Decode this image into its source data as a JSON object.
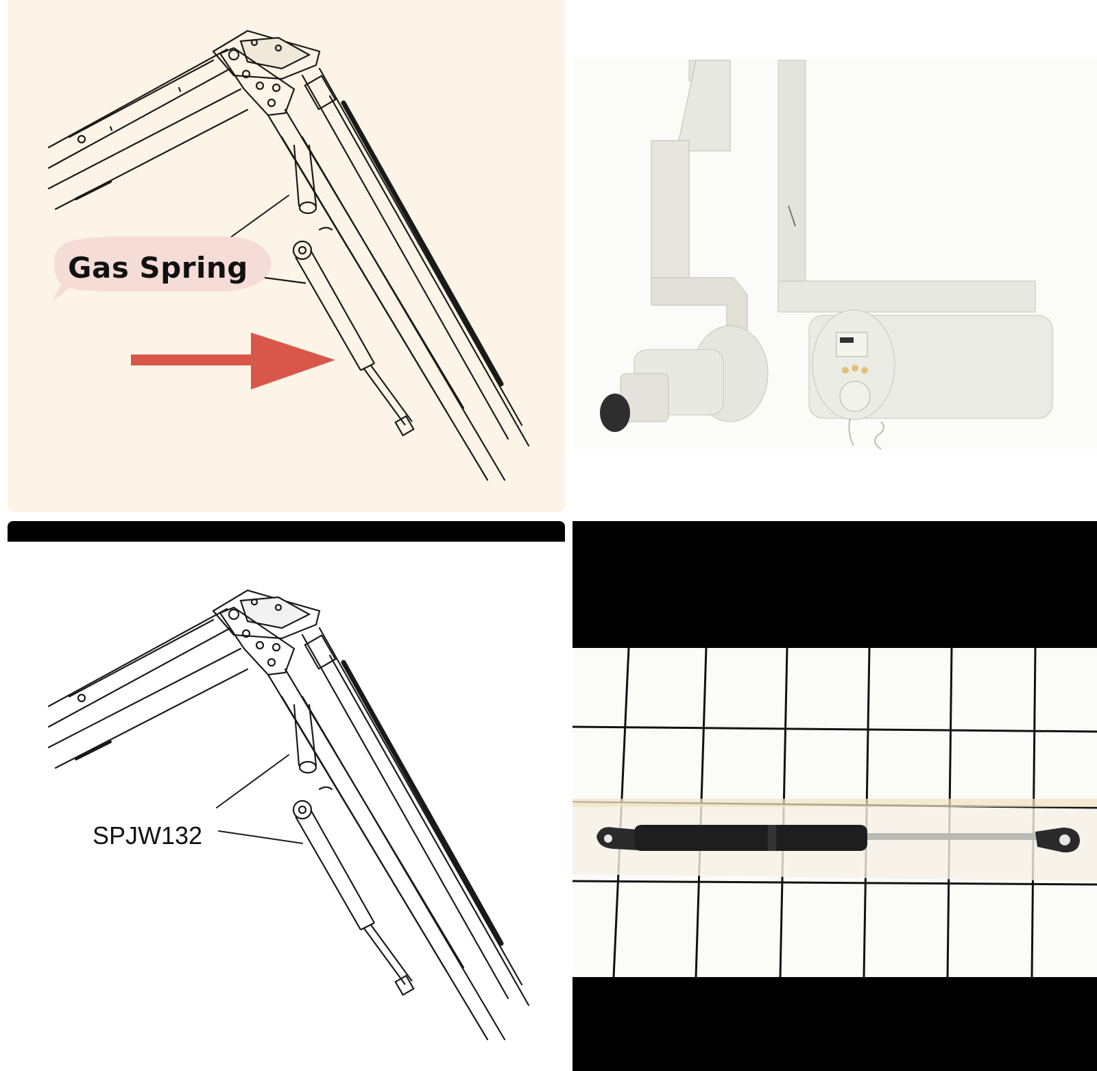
{
  "panels": {
    "top_left": {
      "callout_label": "Gas Spring",
      "colors": {
        "background": "#fcf4e6",
        "callout_bubble": "#f6dcd6",
        "arrow": "#d9574a"
      },
      "icons": [
        "arm-diagram",
        "gas-spring-icon",
        "arrow-right-icon"
      ]
    },
    "top_right": {
      "icons": [
        "wall-mounted-xray-unit"
      ]
    },
    "bottom_left": {
      "part_number_label": "SPJW132",
      "icons": [
        "arm-diagram",
        "gas-spring-icon"
      ]
    },
    "bottom_right": {
      "icons": [
        "gas-spring-product-photo",
        "grid-background"
      ]
    }
  }
}
